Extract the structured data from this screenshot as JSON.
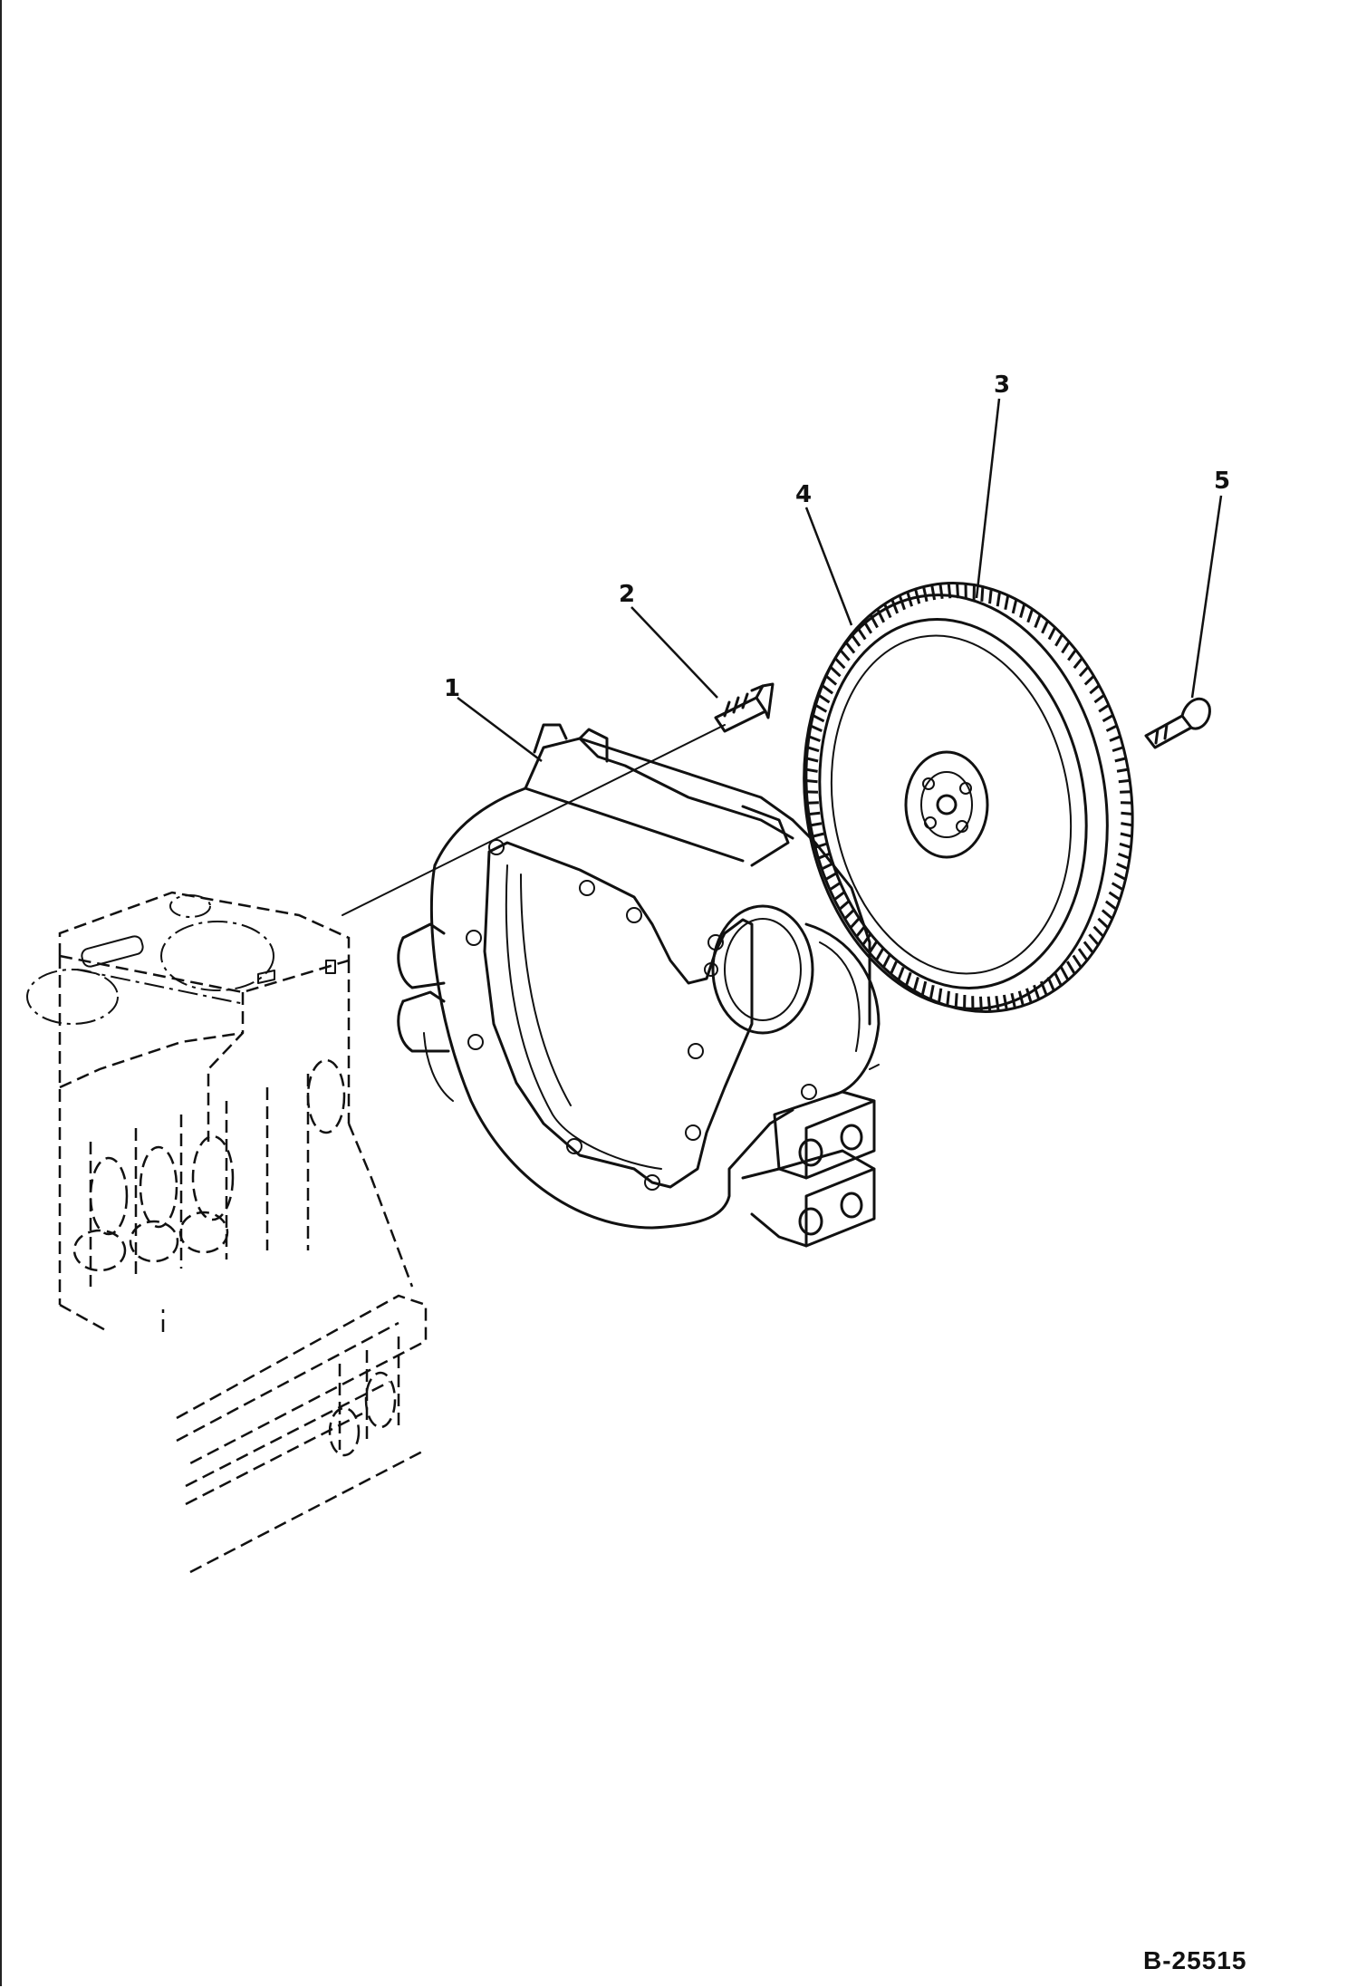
{
  "callouts": [
    {
      "id": "1",
      "label": "1",
      "part": "flywheel-housing"
    },
    {
      "id": "2",
      "label": "2",
      "part": "housing-bolt"
    },
    {
      "id": "3",
      "label": "3",
      "part": "flywheel"
    },
    {
      "id": "4",
      "label": "4",
      "part": "ring-gear"
    },
    {
      "id": "5",
      "label": "5",
      "part": "flywheel-bolt"
    }
  ],
  "drawing_number": "B-25515",
  "line_color": "#111111",
  "background_color": "#ffffff"
}
